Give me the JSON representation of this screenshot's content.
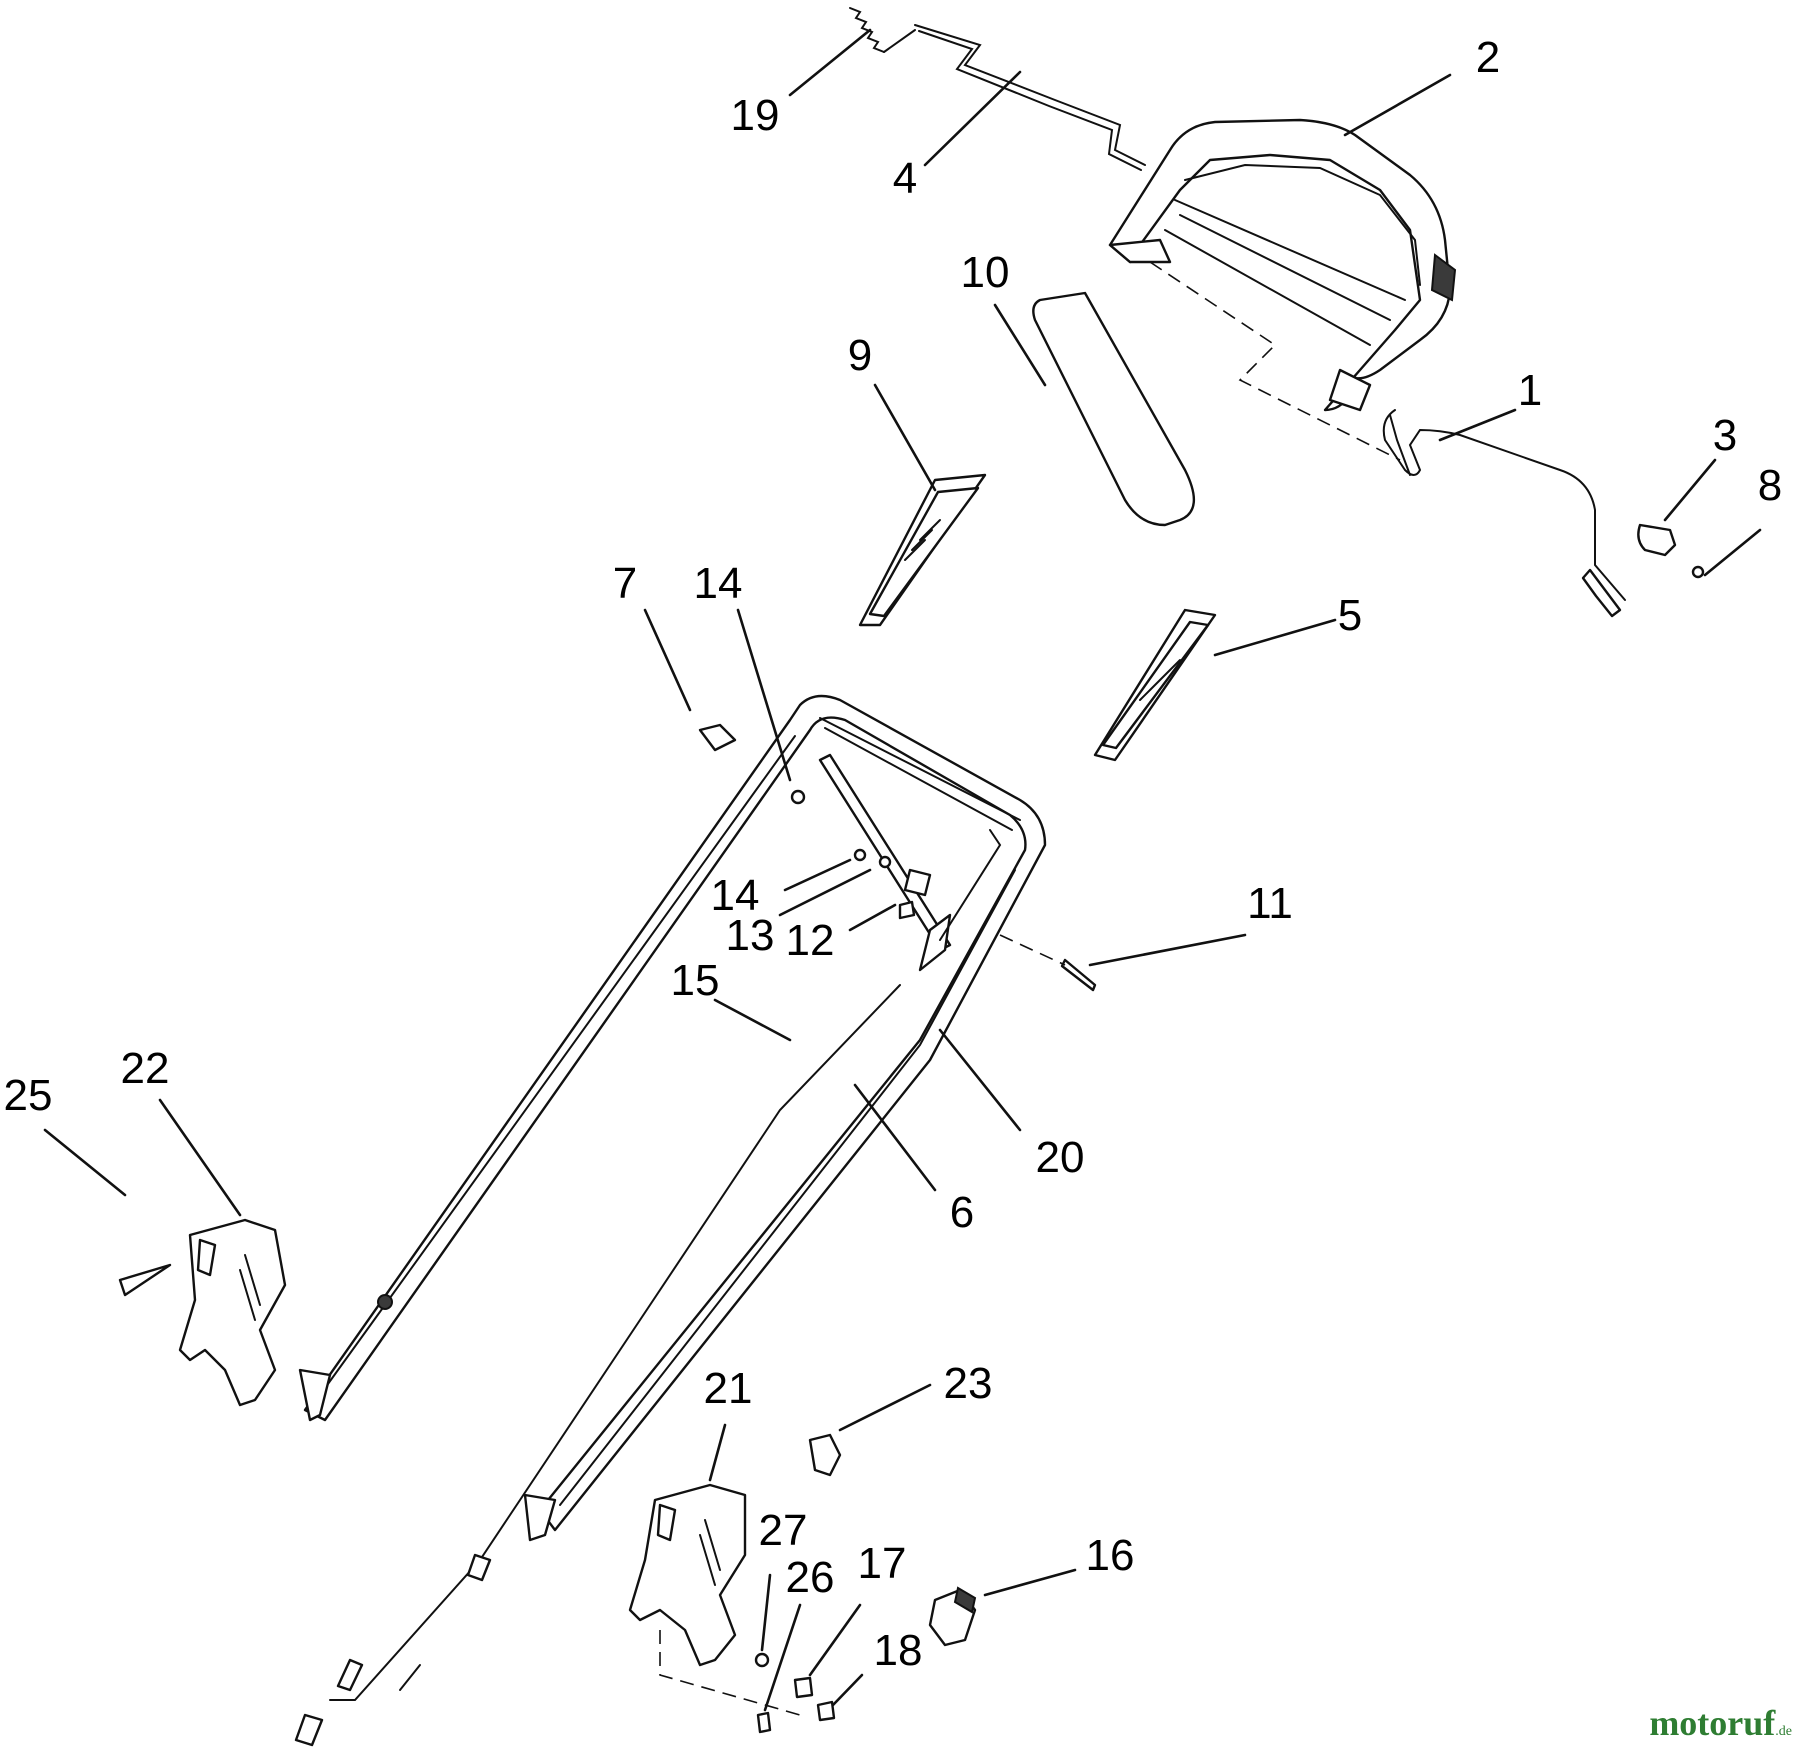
{
  "callouts": {
    "c1": "1",
    "c2": "2",
    "c3": "3",
    "c4": "4",
    "c5": "5",
    "c6": "6",
    "c7": "7",
    "c8": "8",
    "c9": "9",
    "c10": "10",
    "c11": "11",
    "c12": "12",
    "c13": "13",
    "c14a": "14",
    "c14b": "14",
    "c15": "15",
    "c16": "16",
    "c17": "17",
    "c18": "18",
    "c19": "19",
    "c20": "20",
    "c21": "21",
    "c22": "22",
    "c23": "23",
    "c25": "25",
    "c26": "26",
    "c27": "27"
  },
  "watermark": {
    "brand": "motoruf",
    "suffix": ".de"
  },
  "colors": {
    "line": "#111111",
    "background": "#ffffff",
    "watermark": "#2e7d32"
  }
}
